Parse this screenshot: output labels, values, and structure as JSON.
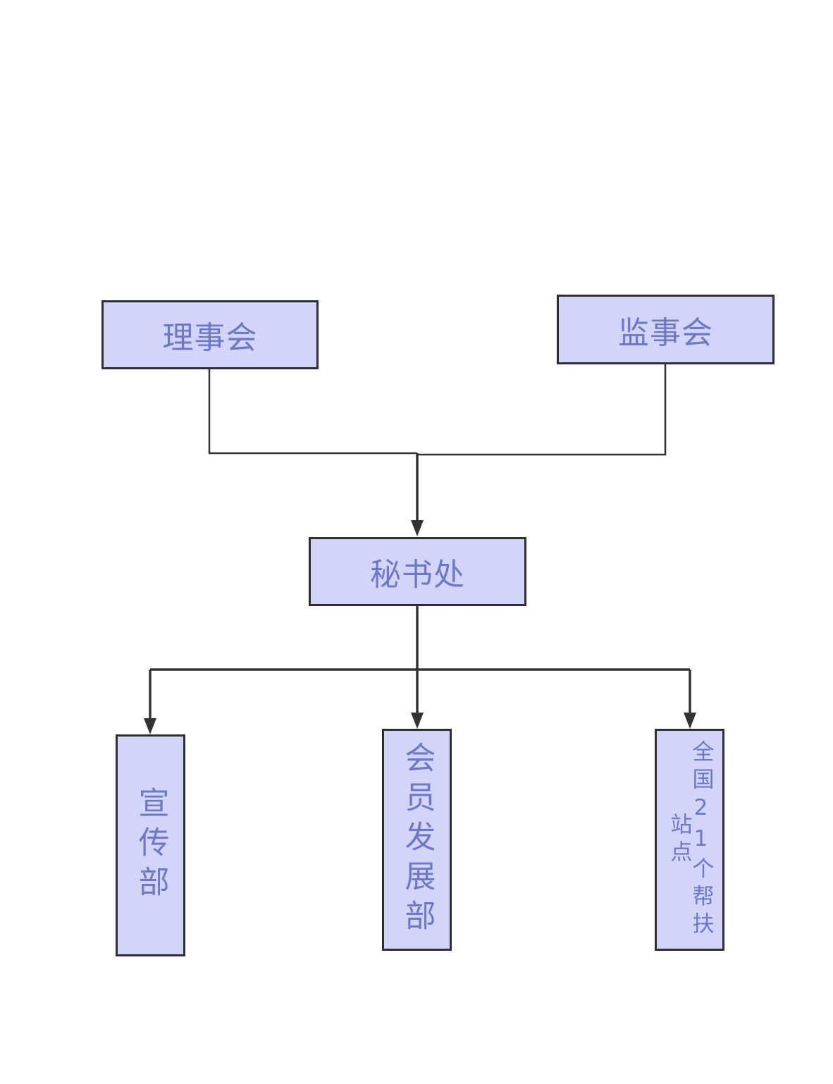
{
  "diagram": {
    "nodes": {
      "board": {
        "label": "理事会"
      },
      "supervisory_board": {
        "label": "监事会"
      },
      "secretariat": {
        "label": "秘书处"
      },
      "publicity_dept": {
        "label": "宣传部"
      },
      "membership_dept": {
        "label": "会员发展部"
      },
      "aid_stations": {
        "label": "全国21个帮扶站点"
      }
    },
    "edges": [
      {
        "from": "理事会",
        "to": "秘书处"
      },
      {
        "from": "监事会",
        "to": "秘书处"
      },
      {
        "from": "秘书处",
        "to": "宣传部"
      },
      {
        "from": "秘书处",
        "to": "会员发展部"
      },
      {
        "from": "秘书处",
        "to": "全国21个帮扶站点"
      }
    ],
    "colors": {
      "node_fill": "#d2d5f8",
      "node_border": "#2f2f33",
      "node_text": "#6e78c6",
      "connector": "#333333"
    }
  }
}
